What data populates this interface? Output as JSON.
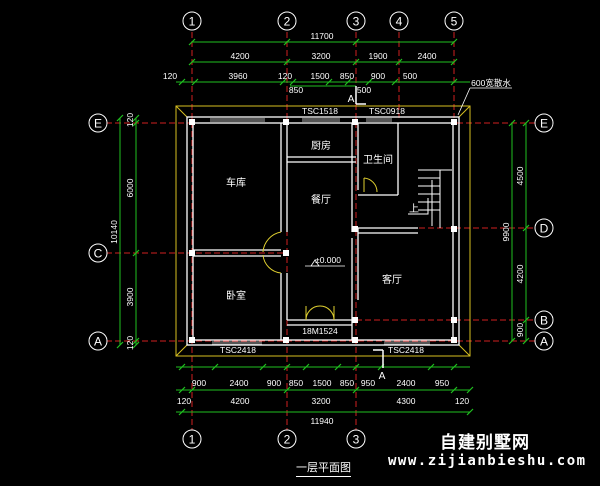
{
  "axes": {
    "top": [
      "1",
      "2",
      "3",
      "4",
      "5"
    ],
    "bottom": [
      "1",
      "2",
      "3"
    ],
    "left": [
      "E",
      "C",
      "A"
    ],
    "right": [
      "E",
      "D",
      "B",
      "A"
    ]
  },
  "top_dims": {
    "total": "11700",
    "row1": [
      "4200",
      "3200",
      "1900",
      "2400"
    ],
    "row2": [
      "120",
      "3960",
      "120",
      "1500",
      "850",
      "900",
      "500"
    ],
    "row3": [
      "850",
      "500"
    ]
  },
  "bottom_dims": {
    "row1": [
      "900",
      "2400",
      "900",
      "850",
      "1500",
      "850",
      "950",
      "2400",
      "950"
    ],
    "row2": [
      "120",
      "4200",
      "3200",
      "4300",
      "120"
    ],
    "total": "11940"
  },
  "left_dims": {
    "total": "10140",
    "parts": [
      "120",
      "6000",
      "3900",
      "120"
    ]
  },
  "right_dims": {
    "total": "9900",
    "parts": [
      "4500",
      "4200",
      "900"
    ]
  },
  "rooms": {
    "garage": "车库",
    "kitchen": "厨房",
    "bathroom": "卫生间",
    "dining": "餐厅",
    "bedroom": "卧室",
    "living": "客厅"
  },
  "labels": {
    "window_top_left": "TSC1518",
    "window_top_right": "TSC0918",
    "window_bottom_left": "TSC2418",
    "window_bottom_right": "TSC2418",
    "door_main": "18M1524",
    "elevation": "±0.000",
    "stair_up": "上",
    "apron": "600宽散水",
    "section_mark": "A"
  },
  "page_title": "一层平面图",
  "watermark": {
    "cn": "自建别墅网",
    "url": "www.zijianbieshu.com"
  }
}
